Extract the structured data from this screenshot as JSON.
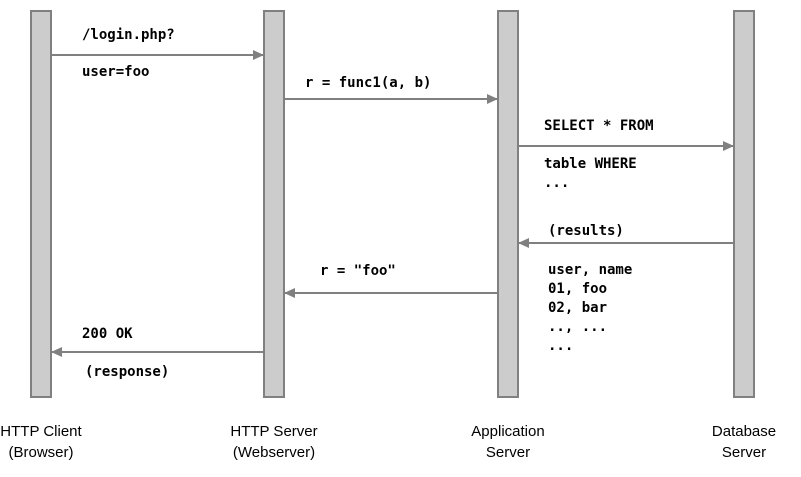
{
  "diagram": {
    "title": "HTTP request sequence diagram",
    "colors": {
      "lifeline_fill": "#cccccc",
      "lifeline_border": "#808080",
      "arrow": "#808080",
      "text": "#000000",
      "background": "#ffffff"
    },
    "participants": [
      {
        "id": "http-client",
        "line1": "HTTP Client",
        "line2": "(Browser)"
      },
      {
        "id": "http-server",
        "line1": "HTTP Server",
        "line2": "(Webserver)"
      },
      {
        "id": "application-server",
        "line1": "Application",
        "line2": "Server"
      },
      {
        "id": "database-server",
        "line1": "Database",
        "line2": "Server"
      }
    ],
    "messages": [
      {
        "id": "login-request",
        "from": "http-client",
        "to": "http-server",
        "direction": "right",
        "label_above": "/login.php?",
        "label_below": "user=foo"
      },
      {
        "id": "func1-call",
        "from": "http-server",
        "to": "application-server",
        "direction": "right",
        "label_above": "r = func1(a, b)",
        "label_below": ""
      },
      {
        "id": "sql-query",
        "from": "application-server",
        "to": "database-server",
        "direction": "right",
        "label_above": "SELECT * FROM",
        "label_below": "table WHERE\n..."
      },
      {
        "id": "query-results",
        "from": "database-server",
        "to": "application-server",
        "direction": "left",
        "label_above": "(results)",
        "label_below": "user, name\n01, foo\n02, bar\n.., ...\n..."
      },
      {
        "id": "func1-return",
        "from": "application-server",
        "to": "http-server",
        "direction": "left",
        "label_above": "r = \"foo\"",
        "label_below": ""
      },
      {
        "id": "http-response",
        "from": "http-server",
        "to": "http-client",
        "direction": "left",
        "label_above": "200 OK",
        "label_below": "(response)"
      }
    ]
  }
}
